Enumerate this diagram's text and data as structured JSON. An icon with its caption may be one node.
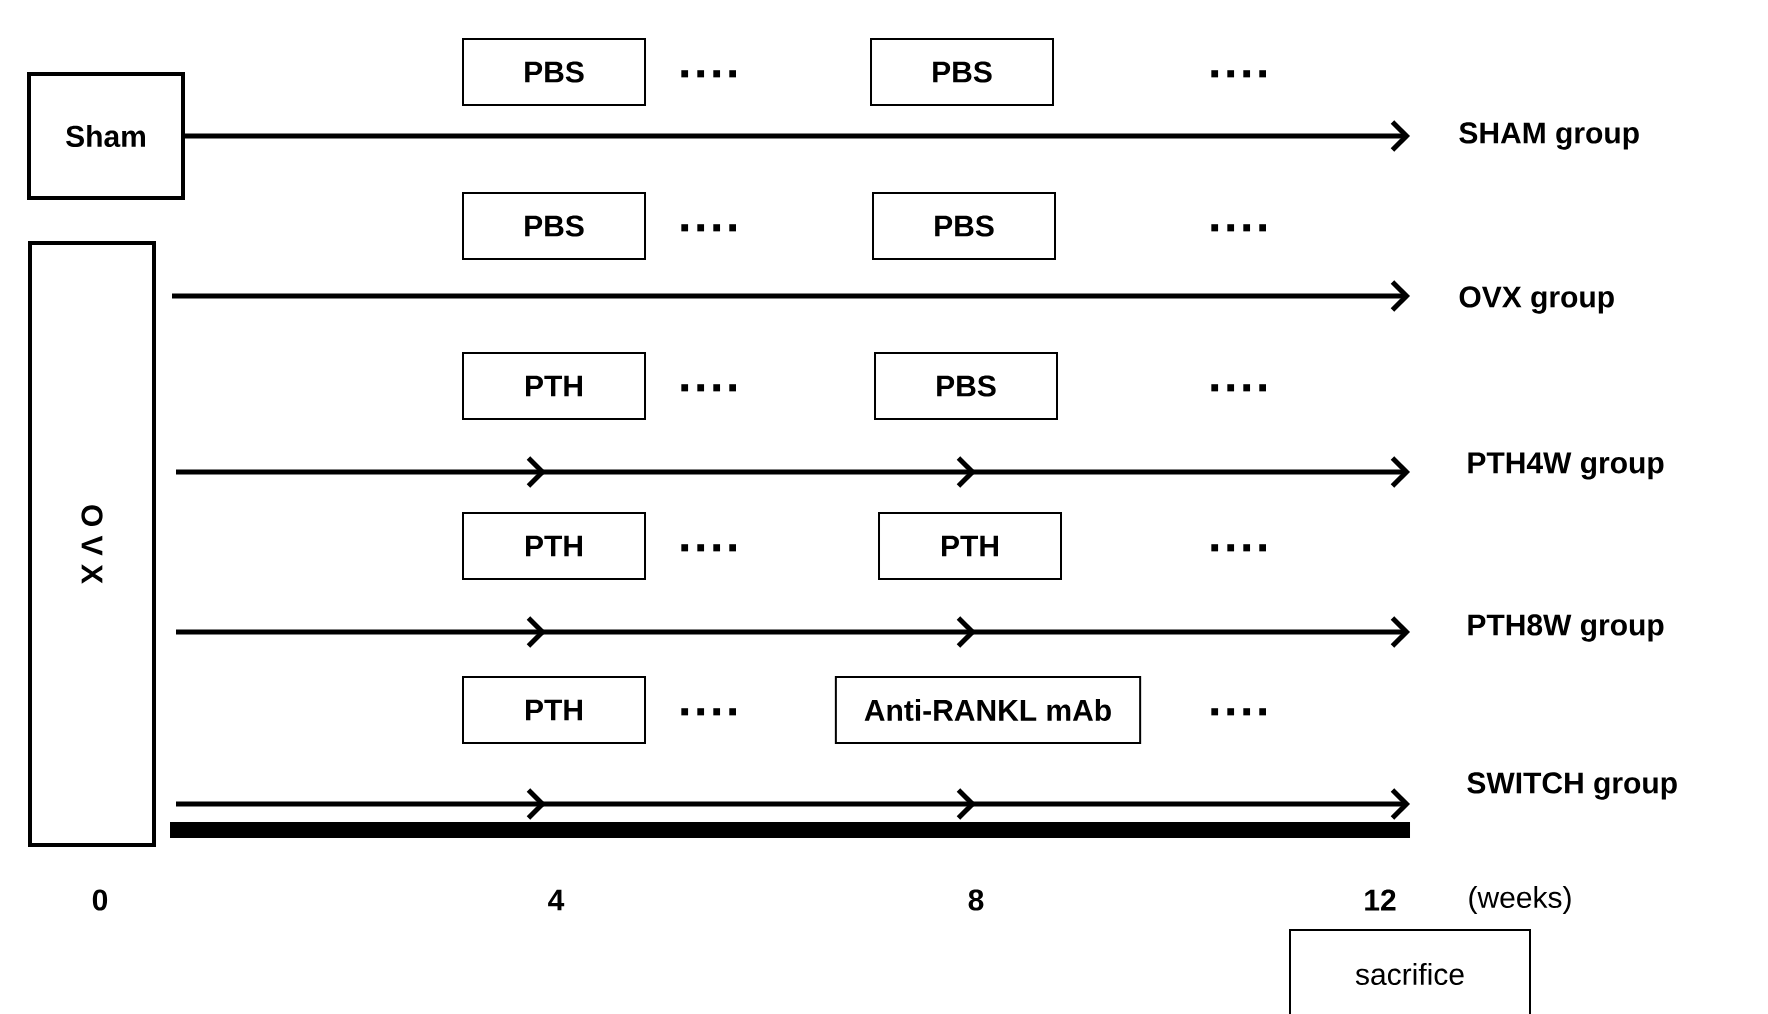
{
  "diagram": {
    "nodes": [
      {
        "text": [
          "Sham"
        ]
      },
      {
        "text": [
          "PBS"
        ]
      },
      {
        "text": [
          "PBS"
        ]
      },
      {
        "text": [
          "SHAM group"
        ]
      },
      {
        "text": [
          "O V X"
        ]
      },
      {
        "text": [
          "PBS"
        ]
      },
      {
        "text": [
          "PBS"
        ]
      },
      {
        "text": [
          "OVX group"
        ]
      },
      {
        "text": [
          "PTH"
        ]
      },
      {
        "text": [
          "PBS"
        ]
      },
      {
        "text": [
          "PTH4W group"
        ]
      },
      {
        "text": [
          "PTH"
        ]
      },
      {
        "text": [
          "PTH"
        ]
      },
      {
        "text": [
          "PTH8W group"
        ]
      },
      {
        "text": [
          "PTH"
        ]
      },
      {
        "text": [
          "Anti-RANKL mAb"
        ]
      },
      {
        "text": [
          "SWITCH group"
        ]
      },
      {
        "text": [
          "sacrifice"
        ]
      }
    ],
    "edges": [
      {
        "from": 0,
        "to": 3,
        "arrow": "to"
      },
      {
        "from": 4,
        "to": 7,
        "arrow": "to"
      },
      {
        "from": 4,
        "to": 10,
        "arrow": "to"
      },
      {
        "from": 4,
        "to": 13,
        "arrow": "to"
      },
      {
        "from": 4,
        "to": 16,
        "arrow": "to"
      }
    ],
    "labels": [
      "····",
      "····",
      "····",
      "····",
      "····",
      "····",
      "····",
      "····",
      "····",
      "····",
      "0",
      "4",
      "8",
      "12",
      "(weeks)"
    ]
  }
}
